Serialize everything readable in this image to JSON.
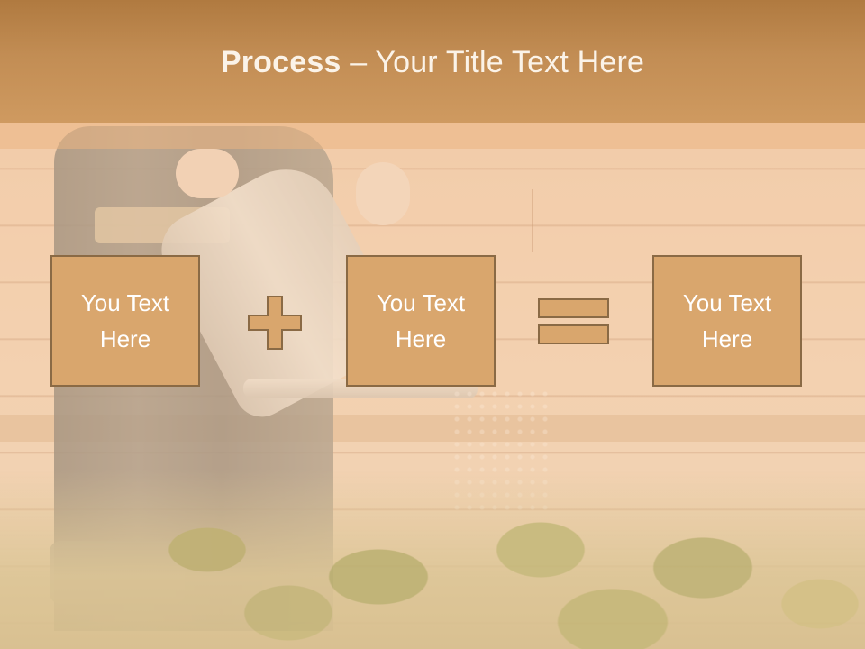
{
  "title": {
    "bold": "Process",
    "rest": " – Your Title Text Here"
  },
  "boxes": [
    {
      "line1": "You Text",
      "line2": "Here"
    },
    {
      "line1": "You Text",
      "line2": "Here"
    },
    {
      "line1": "You Text",
      "line2": "Here"
    }
  ],
  "colors": {
    "title_bar": "#c28d54",
    "box_fill": "#d9a66d",
    "box_border": "#8a6a45",
    "text": "#ffffff"
  },
  "icons": {
    "operator1": "plus-icon",
    "operator2": "equals-icon"
  }
}
